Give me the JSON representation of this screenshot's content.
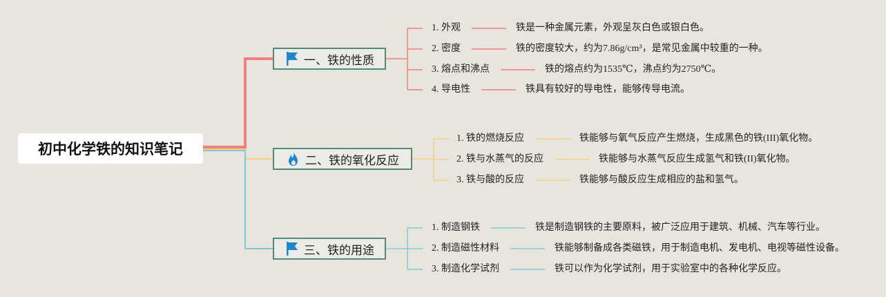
{
  "root": {
    "title": "初中化学铁的知识笔记"
  },
  "colors": {
    "branch1": "#f07f7f",
    "branch2": "#f6cf7e",
    "branch3": "#7ccad9",
    "border": "#4f8a7b"
  },
  "branches": [
    {
      "label": "一、铁的性质",
      "icon": "flag-icon",
      "items": [
        {
          "label": "1. 外观",
          "desc": "铁是一种金属元素，外观呈灰白色或银白色。"
        },
        {
          "label": "2. 密度",
          "desc": "铁的密度较大，约为7.86g/cm³，是常见金属中较重的一种。"
        },
        {
          "label": "3. 熔点和沸点",
          "desc": "铁的熔点约为1535℃，沸点约为2750℃。"
        },
        {
          "label": "4. 导电性",
          "desc": "铁具有较好的导电性，能够传导电流。"
        }
      ]
    },
    {
      "label": "二、铁的氧化反应",
      "icon": "fire-icon",
      "items": [
        {
          "label": "1. 铁的燃烧反应",
          "desc": "铁能够与氧气反应产生燃烧，生成黑色的铁(III)氧化物。"
        },
        {
          "label": "2. 铁与水蒸气的反应",
          "desc": "铁能够与水蒸气反应生成氢气和铁(II)氧化物。"
        },
        {
          "label": "3. 铁与酸的反应",
          "desc": "铁能够与酸反应生成相应的盐和氢气。"
        }
      ]
    },
    {
      "label": "三、铁的用途",
      "icon": "flag-icon",
      "items": [
        {
          "label": "1. 制造钢铁",
          "desc": "铁是制造钢铁的主要原料，被广泛应用于建筑、机械、汽车等行业。"
        },
        {
          "label": "2. 制造磁性材料",
          "desc": "铁能够制备成各类磁铁，用于制造电机、发电机、电视等磁性设备。"
        },
        {
          "label": "3. 制造化学试剂",
          "desc": "铁可以作为化学试剂，用于实验室中的各种化学反应。"
        }
      ]
    }
  ]
}
